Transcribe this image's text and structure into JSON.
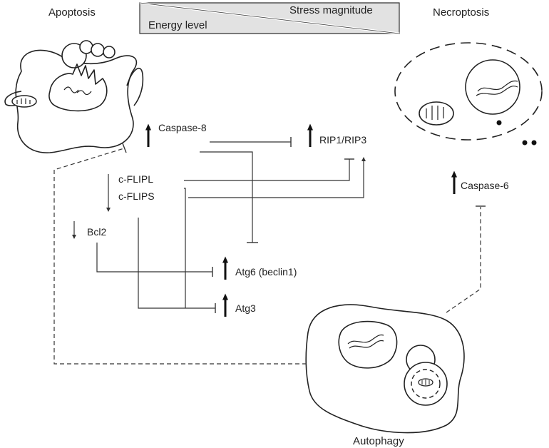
{
  "titles": {
    "apoptosis": "Apoptosis",
    "necroptosis": "Necroptosis",
    "autophagy": "Autophagy"
  },
  "gradient": {
    "stress": "Stress magnitude",
    "energy": "Energy level"
  },
  "nodes": {
    "caspase8": "Caspase-8",
    "rip": "RIP1/RIP3",
    "cflipl": "c-FLIPL",
    "cflips": "c-FLIPS",
    "bcl2": "Bcl2",
    "atg6": "Atg6 (beclin1)",
    "atg3": "Atg3",
    "caspase6": "Caspase-6"
  },
  "regulation": {
    "caspase8": "up",
    "rip": "up",
    "cflip": "down",
    "bcl2": "down",
    "atg6": "up",
    "atg3": "up",
    "caspase6": "up"
  },
  "colors": {
    "ink": "#222222",
    "gradient_fill": "#e2e2e2"
  }
}
